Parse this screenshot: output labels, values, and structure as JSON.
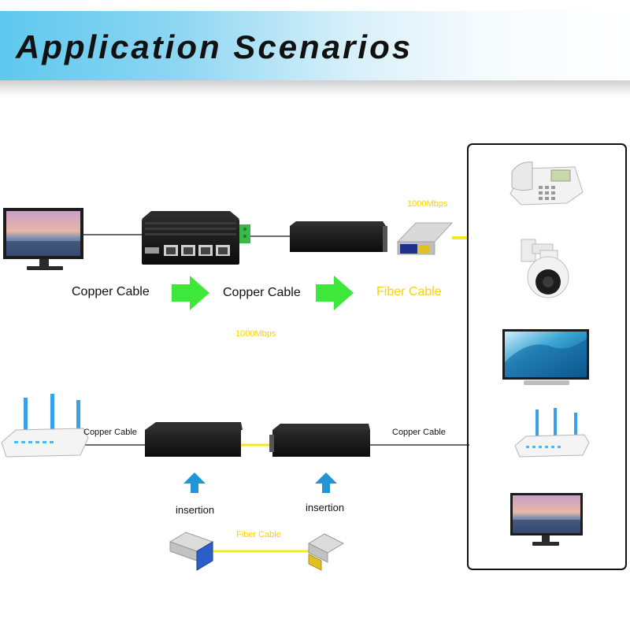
{
  "header": {
    "title": "Application Scenarios"
  },
  "scenario_top": {
    "copper_label_1": "Copper Cable",
    "copper_label_2": "Copper Cable",
    "fiber_label": "Fiber Cable",
    "speed_fiber": "1000Mbps",
    "speed_copper": "1000Mbps"
  },
  "scenario_bottom": {
    "copper_label_left": "Copper Cable",
    "copper_label_right": "Copper Cable",
    "insertion_left": "insertion",
    "insertion_right": "insertion",
    "fiber_label": "Fiber Cable"
  },
  "colors": {
    "fiber": "#f5e81a",
    "fiber_text": "#f5d20a",
    "arrow_green": "#3ee83a",
    "arrow_blue": "#1e96d8",
    "device_black": "#1a1a1a"
  },
  "icons": [
    "monitor-icon",
    "switch-icon",
    "media-converter-icon",
    "sfp-module-icon",
    "telephone-icon",
    "ptz-camera-icon",
    "tv-icon",
    "router-icon"
  ]
}
